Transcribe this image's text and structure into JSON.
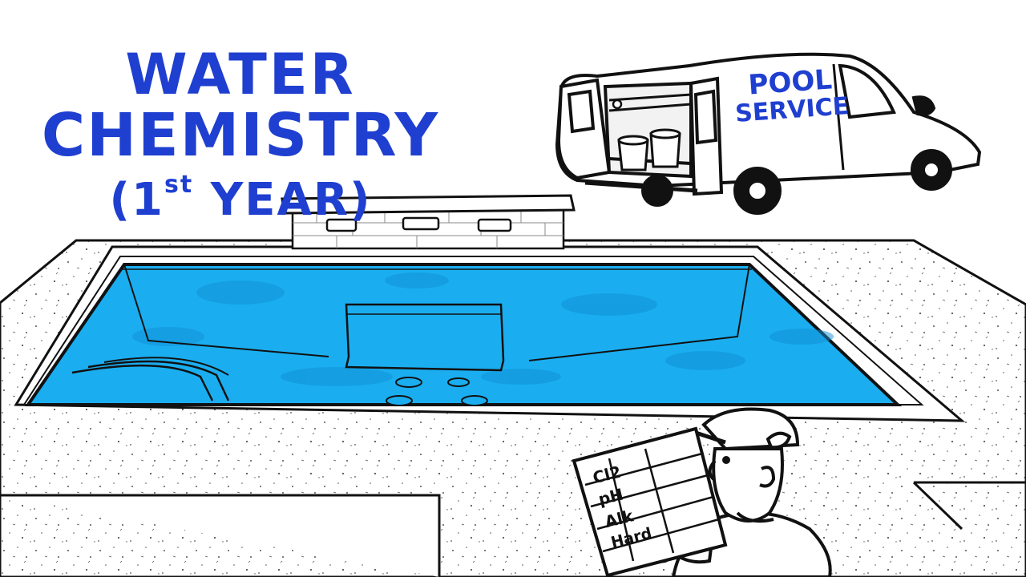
{
  "title": {
    "line1": "WATER",
    "line2": "CHEMISTRY",
    "line3_open": "(1",
    "line3_sup": "st",
    "line3_rest": " YEAR)"
  },
  "van": {
    "line1": "POOL",
    "line2": "SERVICE"
  },
  "clipboard": {
    "rows": [
      "Cl2",
      "pH",
      "Alk",
      "Hard"
    ]
  },
  "colors": {
    "title": "#1f3fd0",
    "water": "#1aaef0",
    "water_dark": "#0f8fd4",
    "ink": "#111111"
  }
}
